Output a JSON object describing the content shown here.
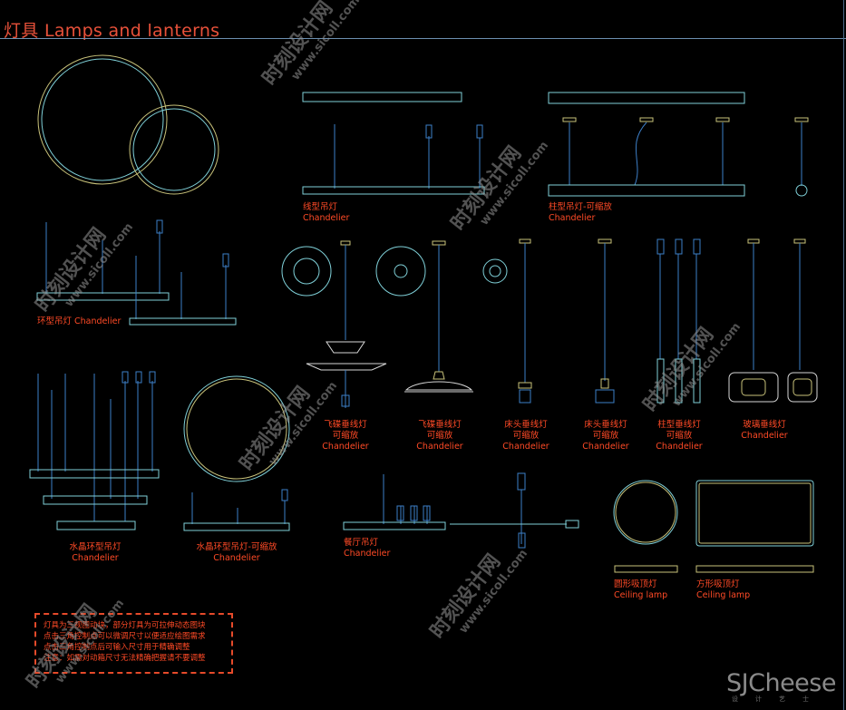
{
  "title": "灯具 Lamps and lanterns",
  "labels": {
    "linear": [
      "线型吊灯",
      "Chandelier"
    ],
    "column": [
      "柱型吊灯-可缩放",
      "Chandelier"
    ],
    "ring": [
      "环型吊灯 Chandelier"
    ],
    "ufo1": [
      "飞碟垂线灯",
      "可缩放",
      "Chandelier"
    ],
    "ufo2": [
      "飞碟垂线灯",
      "可缩放",
      "Chandelier"
    ],
    "bedside1": [
      "床头垂线灯",
      "可缩放",
      "Chandelier"
    ],
    "bedside2": [
      "床头垂线灯",
      "可缩放",
      "Chandelier"
    ],
    "columnPendant": [
      "柱型垂线灯",
      "可缩放",
      "Chandelier"
    ],
    "glass": [
      "玻璃垂线灯",
      "Chandelier"
    ],
    "crystal1": [
      "水晶环型吊灯",
      "Chandelier"
    ],
    "crystal2": [
      "水晶环型吊灯-可缩放",
      "Chandelier"
    ],
    "dining": [
      "餐厅吊灯",
      "Chandelier"
    ],
    "roundCeiling": [
      "圆形吸顶灯",
      "Ceiling lamp"
    ],
    "squareCeiling": [
      "方形吸顶灯",
      "Ceiling lamp"
    ]
  },
  "note": [
    "灯具为三视图动块，部分灯具为可拉伸动态图块",
    "点击三角控制点可以微调尺寸以便适应绘图需求",
    "点击三角控制点后可输入尺寸用于精确调整",
    "注意：如需对动箱尺寸无法精确把握请不要调整"
  ],
  "brand": "SJCheese",
  "brand_sub": "设计艺士",
  "watermark": {
    "cn": "时刻设计网",
    "url": "www.sicoll.com"
  },
  "colors": {
    "accent": "#ff4a26",
    "line_blue": "#3d7fc7",
    "line_cyan": "#7fd0d8",
    "line_yellow": "#c8c27a",
    "line_white": "#d6d6d6"
  }
}
